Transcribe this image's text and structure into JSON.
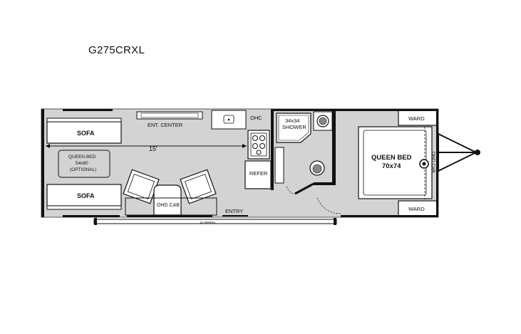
{
  "model": "G275CRXL",
  "labels": {
    "sofa_top": "SOFA",
    "sofa_bottom": "SOFA",
    "ent_center": "ENT. CENTER",
    "ohc": "OHC",
    "shower_size": "34x34",
    "shower": "SHOWER",
    "dimension": "15'",
    "queen_bed_optional_1": "QUEEN BED",
    "queen_bed_optional_2": "54x80",
    "queen_bed_optional_3": "(OPTIONAL)",
    "refer": "REFER",
    "ohd_cab_front": "OHD CAB",
    "entry": "ENTRY",
    "awning": "18' AWNING",
    "queen_bed": "QUEEN BED",
    "queen_bed_size": "70x74",
    "ward_top": "WARD",
    "ward_bottom": "WARD",
    "ohd_cab_rear": "OHD CAB"
  },
  "colors": {
    "floor": "#d3d3d3",
    "wall": "#111111",
    "furniture": "#ffffff"
  }
}
